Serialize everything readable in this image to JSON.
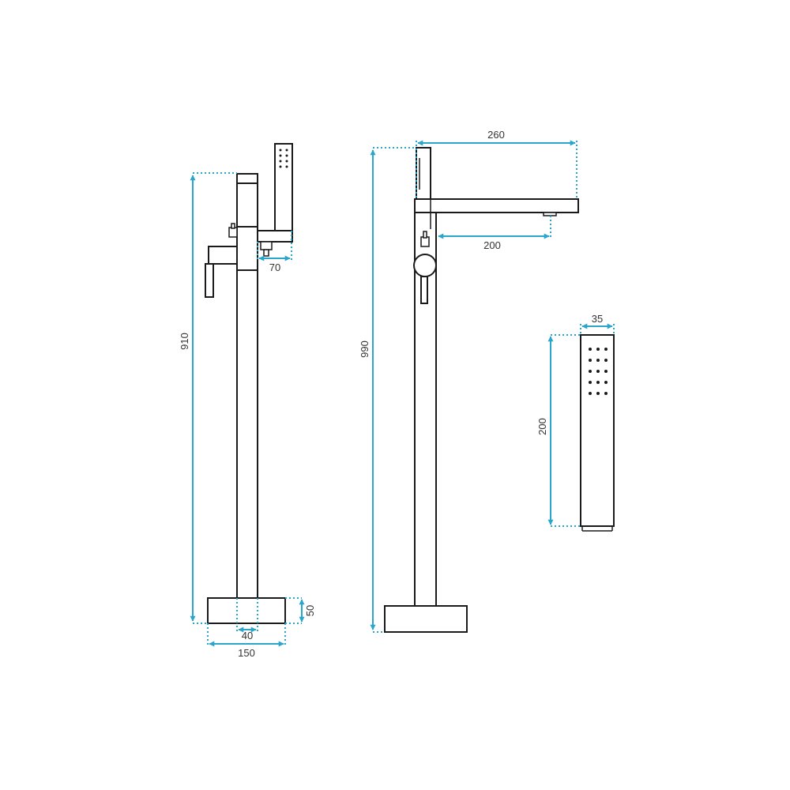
{
  "colors": {
    "dimension": "#2aa5cc",
    "outline": "#1a1a1a",
    "text": "#333333",
    "background": "#ffffff"
  },
  "dimensions": {
    "side_height": "910",
    "base_width": "150",
    "column_width": "40",
    "base_height": "50",
    "hand_shower_offset": "70",
    "front_height": "990",
    "spout_length": "260",
    "spout_reach": "200",
    "shower_width": "35",
    "shower_length": "200"
  }
}
